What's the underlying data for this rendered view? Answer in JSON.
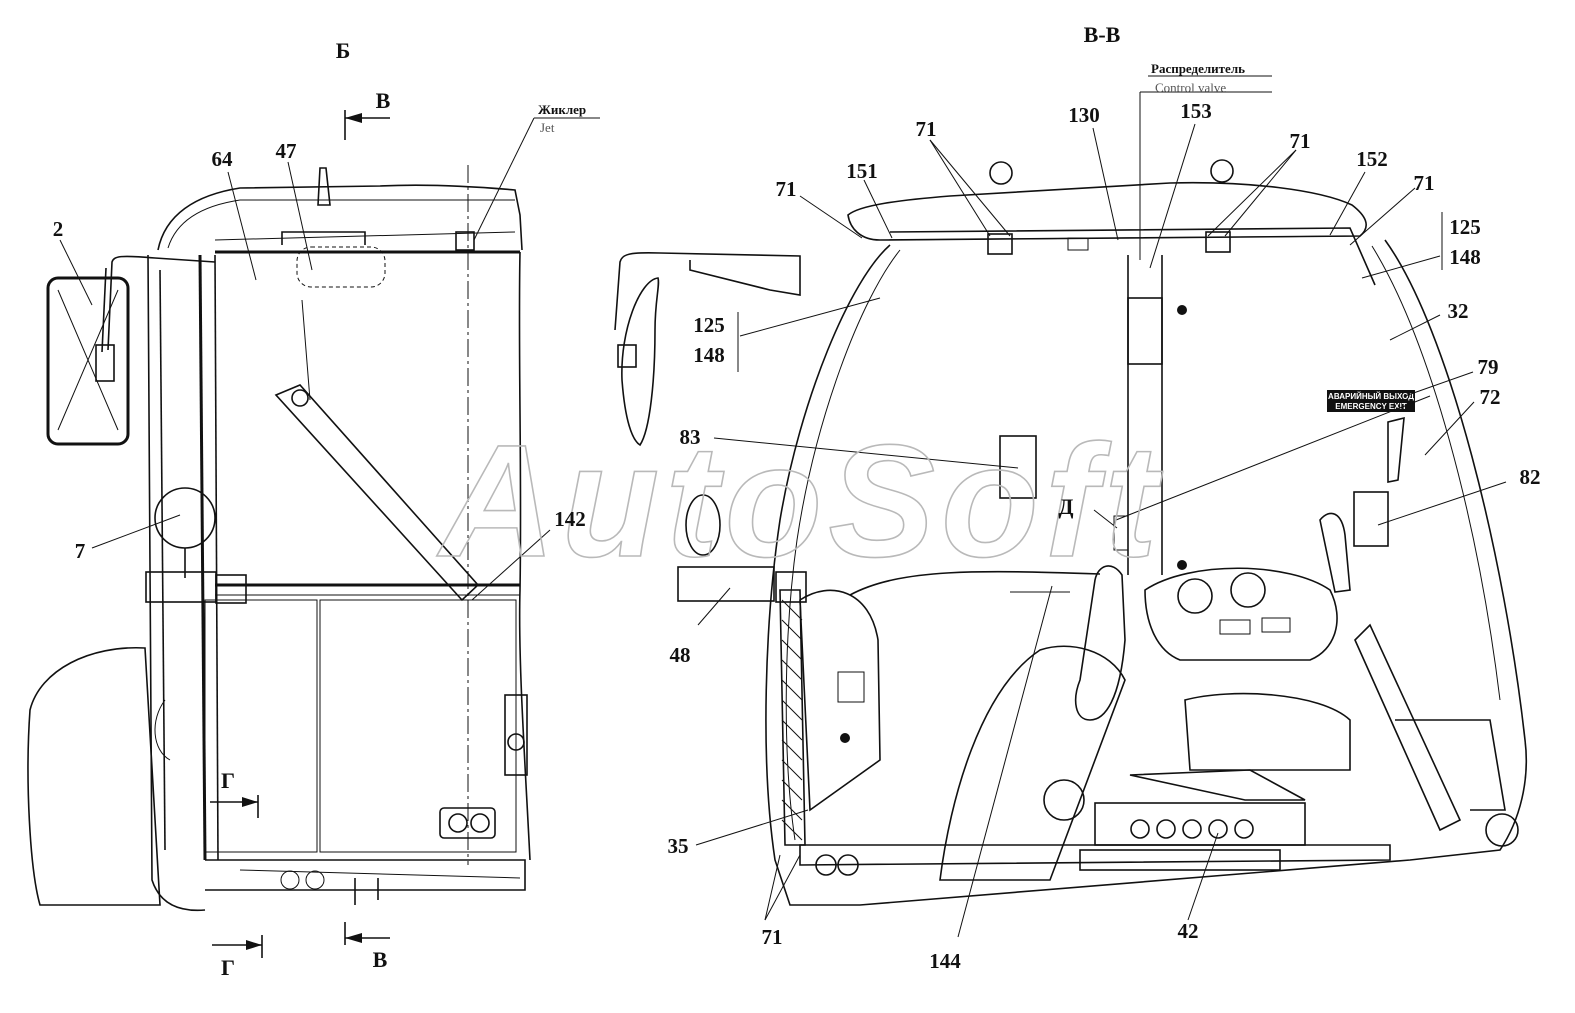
{
  "views": {
    "left_title": "Б",
    "right_title": "В-В"
  },
  "notes": {
    "jet_ru": "Жиклер",
    "jet_en": "Jet",
    "valve_ru": "Распределитель",
    "valve_en": "Control valve"
  },
  "section_marks": {
    "b_top": "В",
    "b_bottom": "В",
    "g_upper": "Г",
    "g_lower": "Г",
    "d": "Д"
  },
  "left_callouts": {
    "c2": "2",
    "c64": "64",
    "c47": "47",
    "c7": "7",
    "c142": "142"
  },
  "right_callouts": {
    "c71_a": "71",
    "c151": "151",
    "c71_b": "71",
    "c130": "130",
    "c153": "153",
    "c71_c": "71",
    "c152": "152",
    "c71_d": "71",
    "c125_a": "125",
    "c148_a": "148",
    "c125_b": "125",
    "c148_b": "148",
    "c32": "32",
    "c79": "79",
    "c72": "72",
    "c83": "83",
    "c82": "82",
    "c48": "48",
    "c35": "35",
    "c71_e": "71",
    "c144": "144",
    "c42": "42"
  },
  "sign": {
    "line1": "АВАРИЙНЫЙ ВЫХОД",
    "line2": "EMERGENCY EXIT"
  },
  "watermark": "AutoSoft"
}
